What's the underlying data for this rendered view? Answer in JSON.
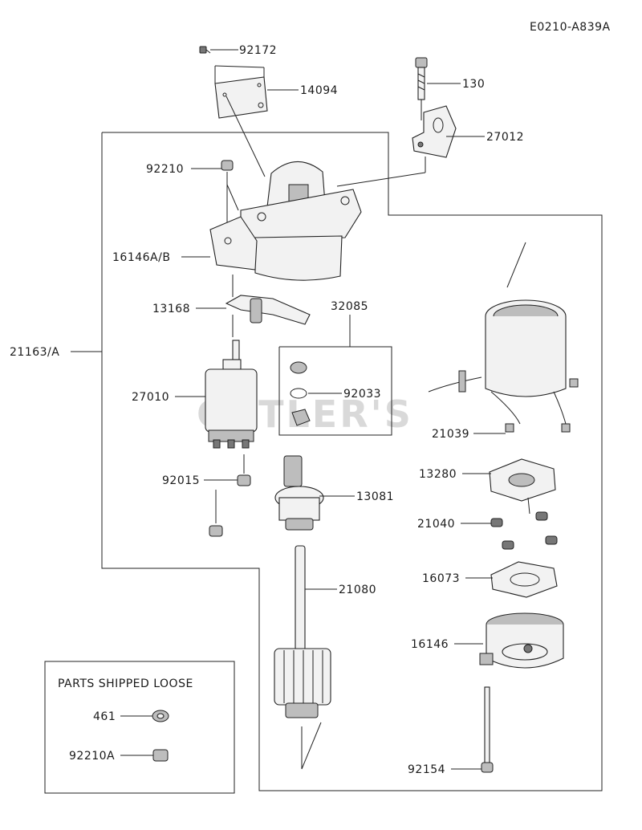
{
  "drawing_code": "E0210-A839A",
  "watermark": "CUTLER'S",
  "loose_box_title": "PARTS SHIPPED LOOSE",
  "labels": {
    "p92172": "92172",
    "p14094": "14094",
    "p130": "130",
    "p27012": "27012",
    "p92210": "92210",
    "p16146AB": "16146A/B",
    "p13168": "13168",
    "p32085": "32085",
    "p21163A": "21163/A",
    "p27010": "27010",
    "p92033": "92033",
    "p21039": "21039",
    "p13280": "13280",
    "p92015": "92015",
    "p13081": "13081",
    "p21040": "21040",
    "p16073": "16073",
    "p21080": "21080",
    "p16146": "16146",
    "p461": "461",
    "p92210A": "92210A",
    "p92154": "92154"
  }
}
